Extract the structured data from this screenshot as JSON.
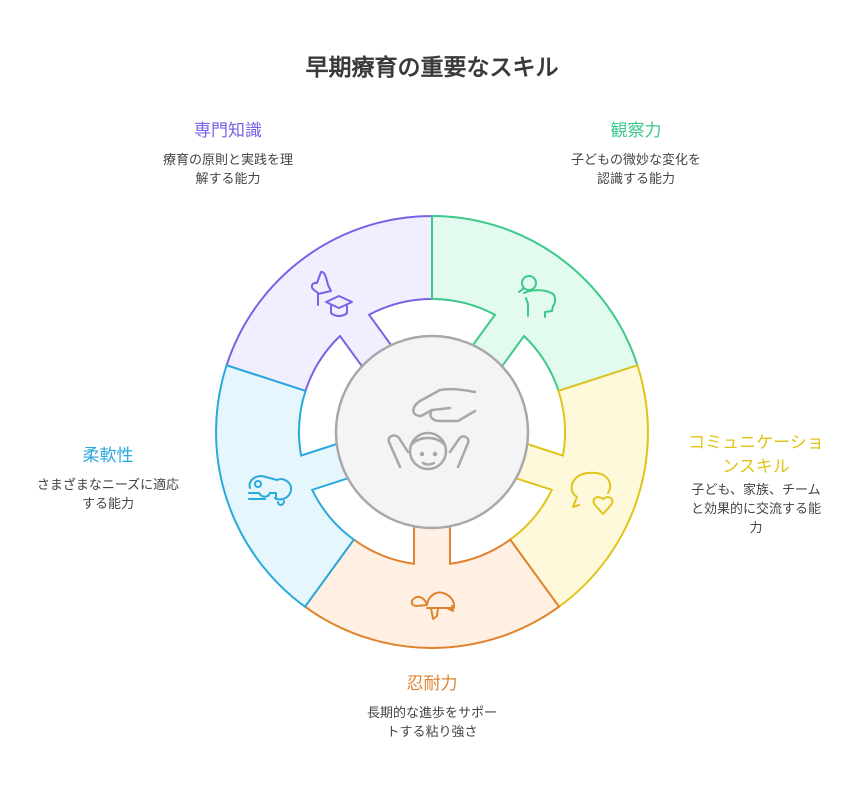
{
  "title": "早期療育の重要なスキル",
  "center_icon": "hand-over-child-icon",
  "skills": [
    {
      "title": "専門知識",
      "desc1": "療育の原則と実践を理",
      "desc2": "解する能力",
      "icon": "graduation-cap-icon",
      "stroke": "#7b61e6",
      "fill": "#f1efff"
    },
    {
      "title": "観察力",
      "desc1": "子どもの微妙な変化を",
      "desc2": "認識する能力",
      "icon": "head-magnifier-icon",
      "stroke": "#3cc98a",
      "fill": "#e3fbef"
    },
    {
      "title1": "コミュニケーショ",
      "title2": "ンスキル",
      "desc1": "子ども、家族、チーム",
      "desc2": "と効果的に交流する能",
      "desc3": "力",
      "icon": "speech-bubble-heart-icon",
      "stroke": "#e0c41a",
      "fill": "#fff9dc"
    },
    {
      "title": "忍耐力",
      "desc1": "長期的な進歩をサポー",
      "desc2": "トする粘り強さ",
      "icon": "turtle-icon",
      "stroke": "#e0832e",
      "fill": "#fff0e3"
    },
    {
      "title": "柔軟性",
      "desc1": "さまざまなニーズに適応",
      "desc2": "する能力",
      "icon": "chameleon-icon",
      "stroke": "#29a9dc",
      "fill": "#e6f6fd"
    }
  ]
}
